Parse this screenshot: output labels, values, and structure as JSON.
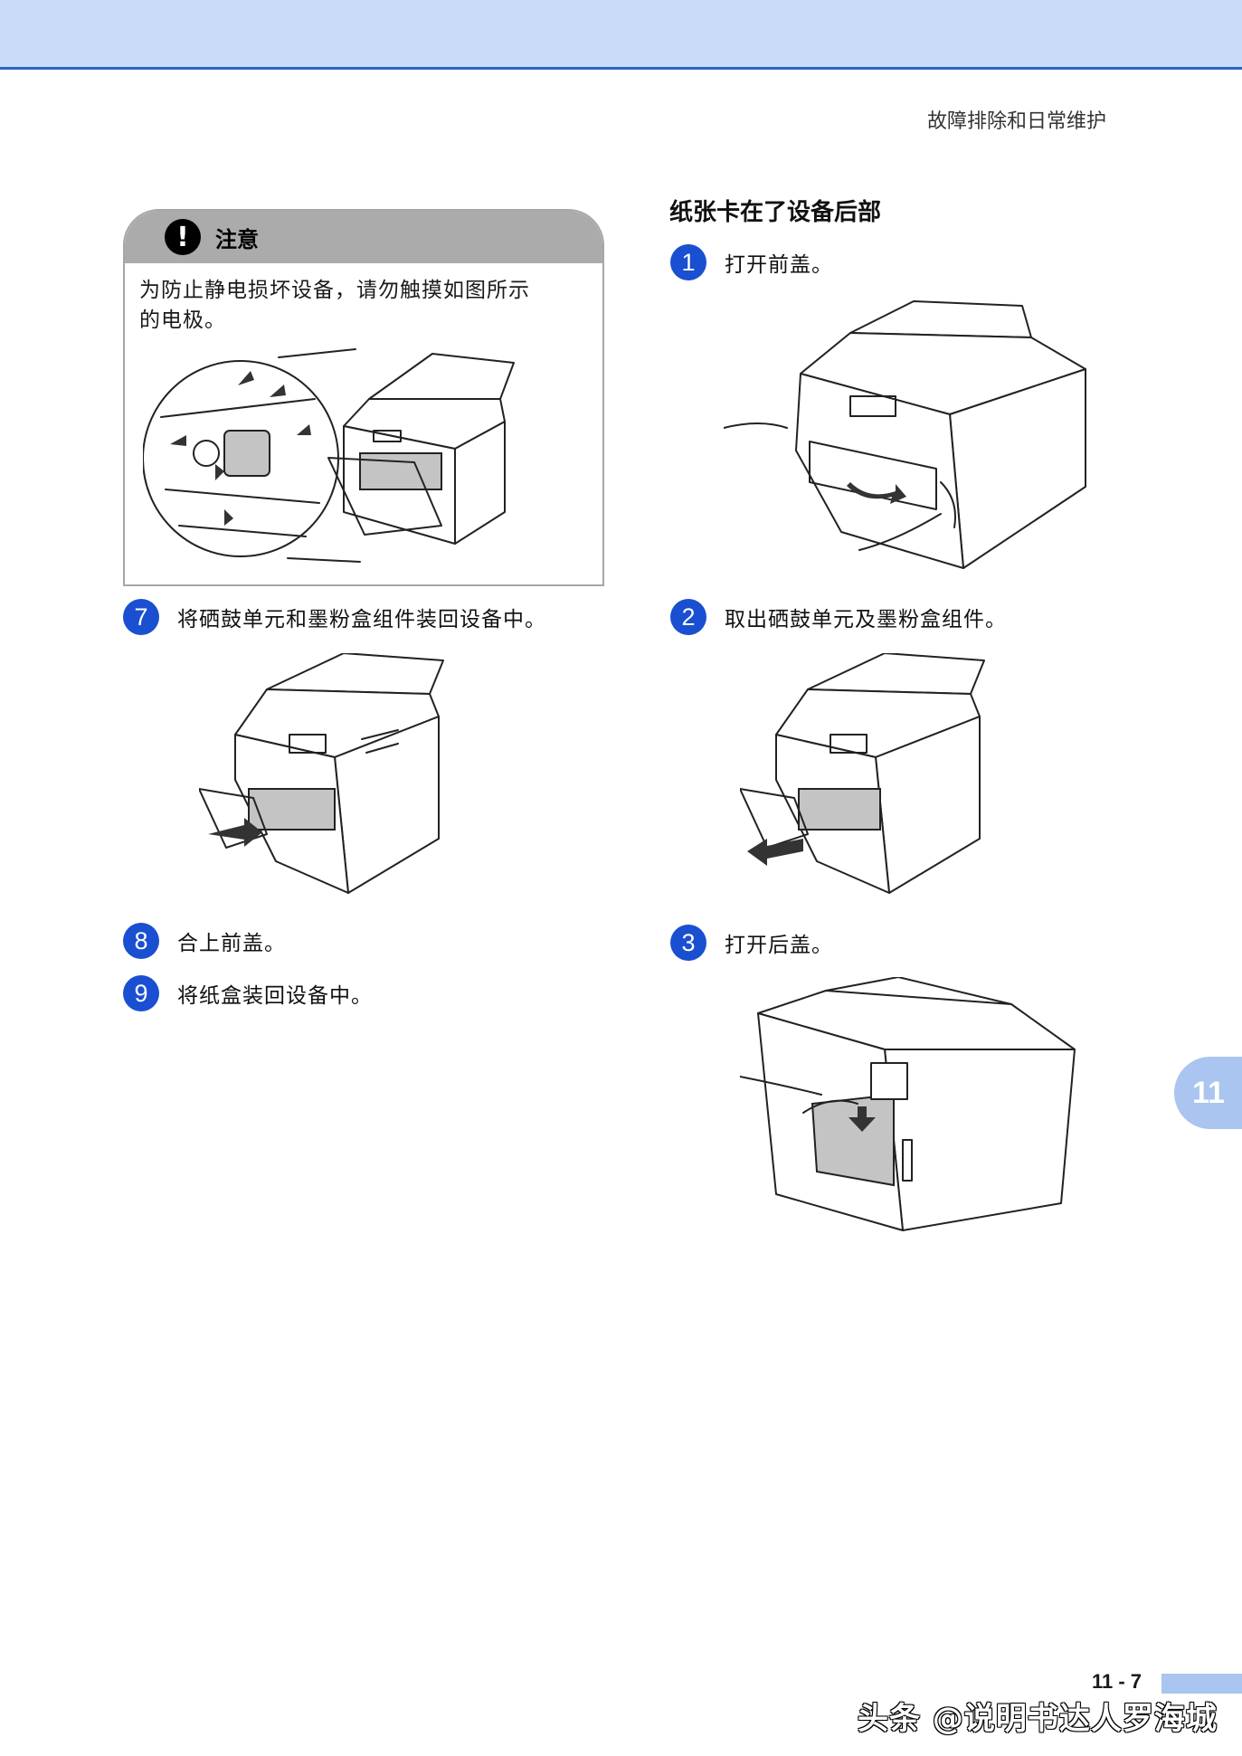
{
  "header": {
    "section": "故障排除和日常维护"
  },
  "caution": {
    "title": "注意",
    "icon": "exclamation-icon",
    "text_line1": "为防止静电损坏设备，请勿触摸如图所示",
    "text_line2": "的电极。"
  },
  "left_steps": [
    {
      "num": "7",
      "text": "将硒鼓单元和墨粉盒组件装回设备中。"
    },
    {
      "num": "8",
      "text": "合上前盖。"
    },
    {
      "num": "9",
      "text": "将纸盒装回设备中。"
    }
  ],
  "right_section": {
    "title": "纸张卡在了设备后部",
    "steps": [
      {
        "num": "1",
        "text": "打开前盖。"
      },
      {
        "num": "2",
        "text": "取出硒鼓单元及墨粉盒组件。"
      },
      {
        "num": "3",
        "text": "打开后盖。"
      }
    ]
  },
  "chapter_tab": "11",
  "footer": {
    "page_number": "11 - 7"
  },
  "watermark": "头条 @说明书达人罗海城",
  "colors": {
    "accent_blue": "#1a4fd1",
    "header_band": "#c9dbf6",
    "header_rule": "#2d62c9",
    "tab_blue": "#a9c5f0",
    "caution_gray": "#ababab"
  }
}
